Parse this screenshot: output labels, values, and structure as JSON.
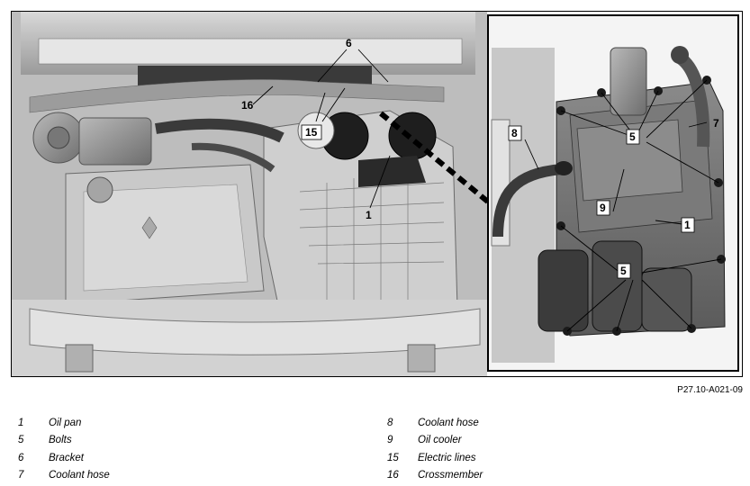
{
  "figure_id": "P27.10-A021-09",
  "callouts": {
    "c6": "6",
    "c16": "16",
    "c15": "15",
    "c1_main": "1",
    "c8": "8",
    "c7": "7",
    "c5_top": "5",
    "c9": "9",
    "c1_detail": "1",
    "c5_bottom": "5"
  },
  "legend": {
    "left": [
      {
        "num": "1",
        "label": "Oil pan"
      },
      {
        "num": "5",
        "label": "Bolts"
      },
      {
        "num": "6",
        "label": "Bracket"
      },
      {
        "num": "7",
        "label": "Coolant hose"
      }
    ],
    "right": [
      {
        "num": "8",
        "label": "Coolant hose"
      },
      {
        "num": "9",
        "label": "Oil cooler"
      },
      {
        "num": "15",
        "label": "Electric lines"
      },
      {
        "num": "16",
        "label": "Crossmember"
      }
    ]
  }
}
